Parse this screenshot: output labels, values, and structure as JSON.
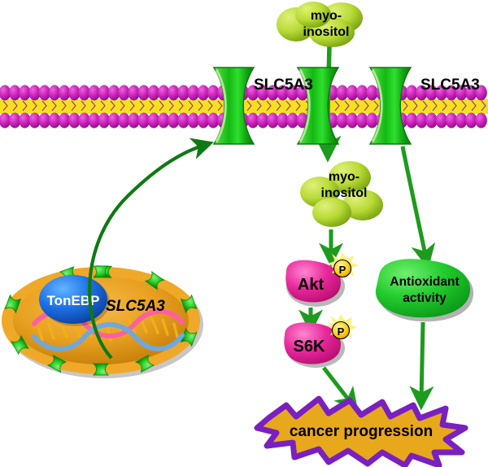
{
  "diagram": {
    "title": "SLC5A3 myo-inositol transport and cancer progression pathway",
    "colors": {
      "membrane_head": "#cc22bb",
      "membrane_tail": "#f5e020",
      "channel_green": "#22cc22",
      "arrow_green": "#1d9b1d",
      "inositol_green": "#b4d833",
      "nucleus_orange": "#e8a020",
      "nucleus_rim": "#f0a828",
      "tonebp_blue": "#1566e0",
      "kinase_pink": "#e8289c",
      "phospho_yellow": "#ffd21e",
      "antioxidant_green": "#22cc33",
      "star_fill": "#e8a81c",
      "star_stroke": "#7a1fc0",
      "dna_pink": "#ff5fa0",
      "dna_blue": "#6fa8dc",
      "dna_rung": "#f0b018"
    },
    "labels": {
      "inositol_top": "myo-\ninositol",
      "inositol_top_line1": "myo-",
      "inositol_top_line2": "inositol",
      "inositol_cyto_line1": "myo-",
      "inositol_cyto_line2": "inositol",
      "transporter_left": "SLC5A3",
      "transporter_right": "SLC5A3",
      "gene": "SLC5A3",
      "tonebp": "TonEBP",
      "akt": "Akt",
      "s6k": "S6K",
      "phospho_akt": "P",
      "phospho_s6k": "P",
      "antioxidant_line1": "Antioxidant",
      "antioxidant_line2": "activity",
      "outcome": "cancer progression"
    },
    "icons": {
      "channel": "membrane-channel-icon",
      "pore": "nuclear-pore-icon",
      "phospho": "phosphate-badge-icon",
      "arrow": "arrow-icon",
      "dna": "dna-helix-icon",
      "lipid": "phospholipid-icon"
    }
  }
}
